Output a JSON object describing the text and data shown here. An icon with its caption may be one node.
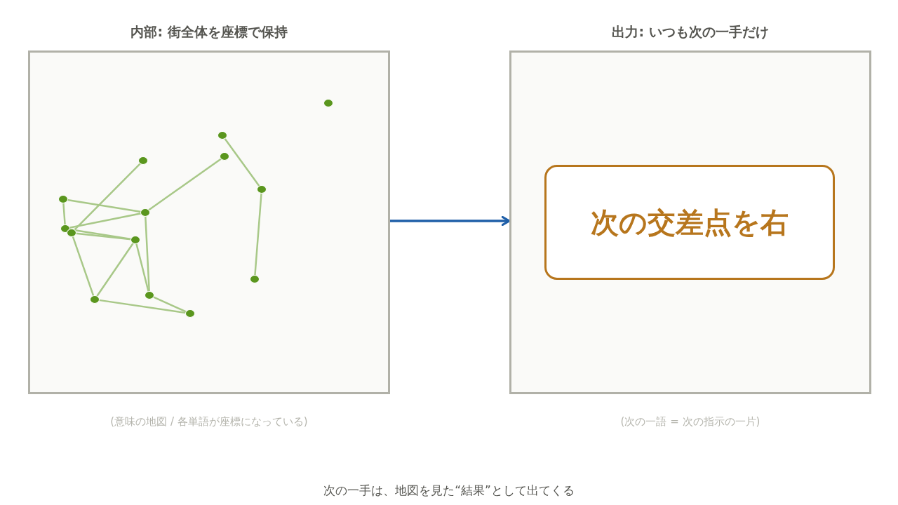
{
  "diagram": {
    "nodes": [
      {
        "text": [
          "内部: 街全体を座標で保持"
        ],
        "beside": [
          "(意味の地図 / 各単語が座標になっている)"
        ]
      },
      {
        "text": [],
        "shape": "circle",
        "in": 0
      },
      {
        "text": [],
        "shape": "circle",
        "in": 0
      },
      {
        "text": [],
        "shape": "circle",
        "in": 0
      },
      {
        "text": [],
        "shape": "circle",
        "in": 0
      },
      {
        "text": [],
        "shape": "circle",
        "in": 0
      },
      {
        "text": [],
        "shape": "circle",
        "in": 0
      },
      {
        "text": [],
        "shape": "circle",
        "in": 0
      },
      {
        "text": [],
        "shape": "circle",
        "in": 0
      },
      {
        "text": [],
        "shape": "circle",
        "in": 0
      },
      {
        "text": [],
        "shape": "circle",
        "in": 0
      },
      {
        "text": [],
        "shape": "circle",
        "in": 0
      },
      {
        "text": [],
        "shape": "circle",
        "in": 0
      },
      {
        "text": [],
        "shape": "circle",
        "in": 0
      },
      {
        "text": [],
        "shape": "circle",
        "in": 0
      },
      {
        "text": [
          "出力: いつも次の一手だけ"
        ],
        "beside": [
          "(次の一語 = 次の指示の一片)"
        ]
      },
      {
        "text": [
          "次の交差点を右"
        ],
        "in": 15
      }
    ],
    "edges": [
      {
        "from": 2,
        "to": 5,
        "arrow": "none"
      },
      {
        "from": 5,
        "to": 11,
        "arrow": "none"
      },
      {
        "from": 3,
        "to": 7,
        "arrow": "none"
      },
      {
        "from": 4,
        "to": 9,
        "arrow": "none"
      },
      {
        "from": 6,
        "to": 7,
        "arrow": "none"
      },
      {
        "from": 6,
        "to": 8,
        "arrow": "none"
      },
      {
        "from": 8,
        "to": 7,
        "arrow": "none"
      },
      {
        "from": 8,
        "to": 10,
        "arrow": "none"
      },
      {
        "from": 9,
        "to": 10,
        "arrow": "none"
      },
      {
        "from": 9,
        "to": 13,
        "arrow": "none"
      },
      {
        "from": 13,
        "to": 10,
        "arrow": "none"
      },
      {
        "from": 10,
        "to": 12,
        "arrow": "none"
      },
      {
        "from": 7,
        "to": 12,
        "arrow": "none"
      },
      {
        "from": 12,
        "to": 14,
        "arrow": "none"
      },
      {
        "from": 13,
        "to": 14,
        "arrow": "none"
      },
      {
        "from": 0,
        "to": 15,
        "arrow": "to",
        "color": "#1f5fa8"
      }
    ],
    "labels": [
      "次の一手は、地図を見た“結果”として出てくる"
    ]
  }
}
